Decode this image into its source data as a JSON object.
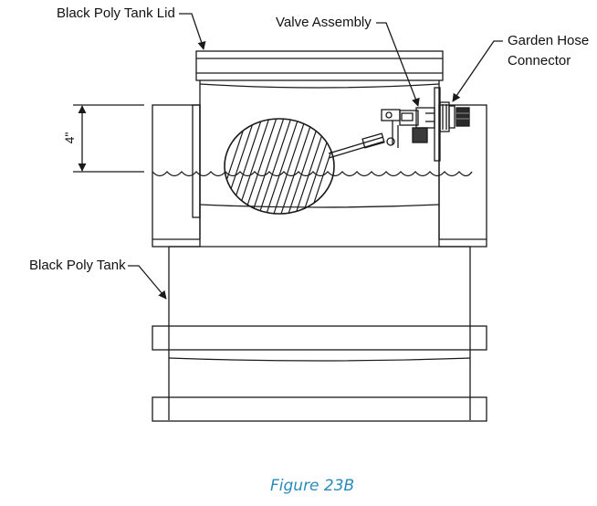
{
  "labels": {
    "lid": "Black Poly Tank Lid",
    "valve": "Valve Assembly",
    "hose_line1": "Garden Hose",
    "hose_line2": "Connector",
    "tank": "Black Poly Tank",
    "dimension": "4\""
  },
  "caption": "Figure 23B",
  "colors": {
    "line": "#1a1a1a",
    "caption": "#2a8bb8"
  }
}
